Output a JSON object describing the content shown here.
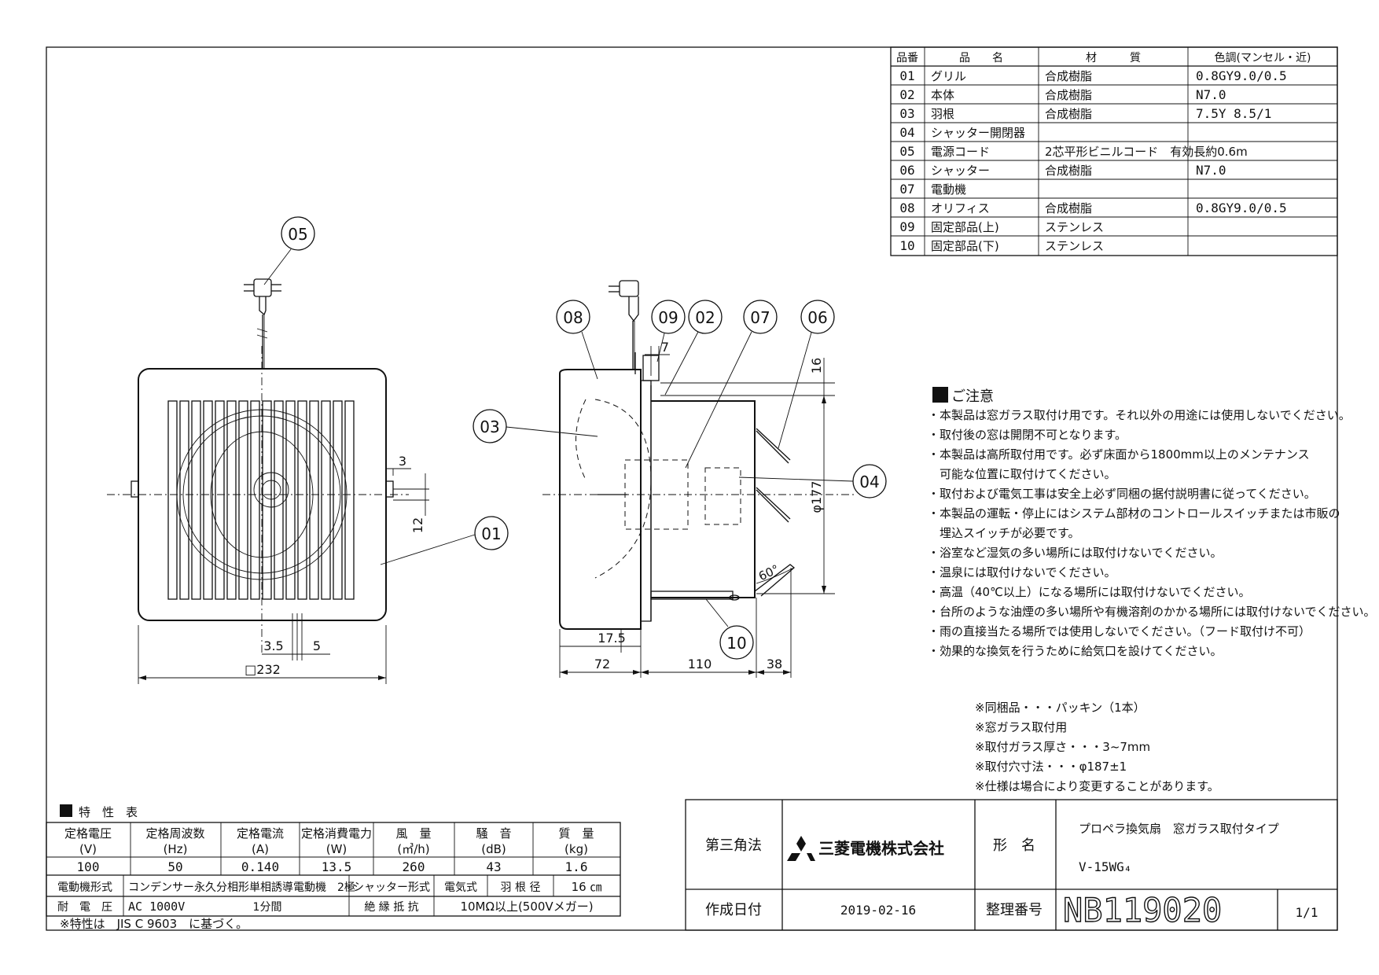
{
  "parts_table": {
    "headers": [
      "品番",
      "品　　名",
      "材　　　質",
      "色調(マンセル・近)"
    ],
    "rows": [
      {
        "no": "01",
        "name": "グリル",
        "material": "合成樹脂",
        "color": "0.8GY9.0/0.5"
      },
      {
        "no": "02",
        "name": "本体",
        "material": "合成樹脂",
        "color": "N7.0"
      },
      {
        "no": "03",
        "name": "羽根",
        "material": "合成樹脂",
        "color": "7.5Y 8.5/1"
      },
      {
        "no": "04",
        "name": "シャッター開閉器",
        "material": "",
        "color": ""
      },
      {
        "no": "05",
        "name": "電源コード",
        "material": "2芯平形ビニルコード　有効長約0.6m",
        "color": ""
      },
      {
        "no": "06",
        "name": "シャッター",
        "material": "合成樹脂",
        "color": "N7.0"
      },
      {
        "no": "07",
        "name": "電動機",
        "material": "",
        "color": ""
      },
      {
        "no": "08",
        "name": "オリフィス",
        "material": "合成樹脂",
        "color": "0.8GY9.0/0.5"
      },
      {
        "no": "09",
        "name": "固定部品(上)",
        "material": "ステンレス",
        "color": ""
      },
      {
        "no": "10",
        "name": "固定部品(下)",
        "material": "ステンレス",
        "color": ""
      }
    ]
  },
  "callouts": {
    "c01": "01",
    "c02": "02",
    "c03": "03",
    "c04": "04",
    "c05": "05",
    "c06": "06",
    "c07": "07",
    "c08": "08",
    "c09": "09",
    "c10": "10"
  },
  "front_view_dims": {
    "d3": "3",
    "d12": "12",
    "d3_5": "3.5",
    "d5": "5",
    "width": "□232"
  },
  "side_view_dims": {
    "d7": "7",
    "d16": "16",
    "d177": "φ177",
    "angle": "60°",
    "d17_5": "17.5",
    "d72": "72",
    "d110": "110",
    "d38": "38"
  },
  "notes": {
    "heading": "ご注意",
    "items": [
      "・本製品は窓ガラス取付け用です。それ以外の用途には使用しないでください。",
      "・取付後の窓は開閉不可となります。",
      "・本製品は高所取付用です。必ず床面から1800mm以上のメンテナンス",
      "　可能な位置に取付けてください。",
      "・取付および電気工事は安全上必ず同梱の据付説明書に従ってください。",
      "・本製品の運転・停止にはシステム部材のコントロールスイッチまたは市販の",
      "　埋込スイッチが必要です。",
      "・浴室など湿気の多い場所には取付けないでください。",
      "・温泉には取付けないでください。",
      "・高温（40℃以上）になる場所には取付けないでください。",
      "・台所のような油煙の多い場所や有機溶剤のかかる場所には取付けないでください。",
      "・雨の直接当たる場所では使用しないでください。（フード取付け不可）",
      "・効果的な換気を行うために給気口を設けてください。"
    ]
  },
  "extra_notes": [
    "※同梱品・・・パッキン（1本）",
    "※窓ガラス取付用",
    "※取付ガラス厚さ・・・3~7mm",
    "※取付穴寸法・・・φ187±1",
    "※仕様は場合により変更することがあります。"
  ],
  "spec_table": {
    "title": "特　性　表",
    "headers": [
      {
        "top": "定格電圧",
        "unit": "(V)"
      },
      {
        "top": "定格周波数",
        "unit": "(Hz)"
      },
      {
        "top": "定格電流",
        "unit": "(A)"
      },
      {
        "top": "定格消費電力",
        "unit": "(W)"
      },
      {
        "top": "風　量",
        "unit": "(㎥/h)"
      },
      {
        "top": "騒　音",
        "unit": "(dB)"
      },
      {
        "top": "質　量",
        "unit": "(kg)"
      }
    ],
    "values": [
      "100",
      "50",
      "0.140",
      "13.5",
      "260",
      "43",
      "1.6"
    ],
    "motor_label": "電動機形式",
    "motor_value": "コンデンサー永久分相形単相誘導電動機　2極",
    "shutter_label": "シャッター形式",
    "shutter_value": "電気式",
    "blade_label": "羽 根 径",
    "blade_value": "16 ㎝",
    "voltage_label": "耐　電　圧",
    "voltage_value": "AC 1000V",
    "voltage_time": "1分間",
    "insulation_label": "絶 縁 抵 抗",
    "insulation_value": "10MΩ以上(500Vメガー)",
    "footnote": "※特性は　JIS C 9603　に基づく。"
  },
  "title_block": {
    "projection": "第三角法",
    "company": "三菱電機株式会社",
    "model_label": "形　名",
    "product_desc": "プロペラ換気扇　窓ガラス取付タイプ",
    "model": "V-15WG₄",
    "date_label": "作成日付",
    "date": "2019-02-16",
    "number_label": "整理番号",
    "number": "NB119020",
    "sheet": "1/1"
  }
}
